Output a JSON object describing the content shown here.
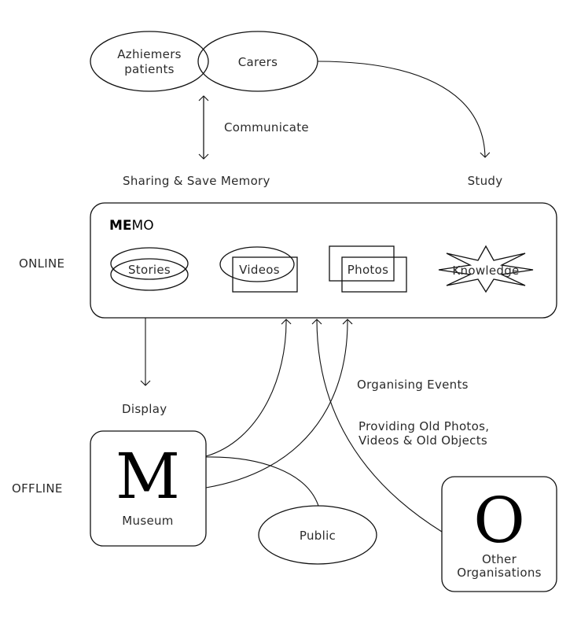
{
  "top_nodes": {
    "patients": {
      "line1": "Azhiemers",
      "line2": "patients"
    },
    "carers": {
      "label": "Carers"
    }
  },
  "edges": {
    "communicate": "Communicate",
    "sharing": "Sharing & Save Memory",
    "study": "Study",
    "display": "Display",
    "organising": "Organising Events",
    "providing_line1": "Providing Old Photos,",
    "providing_line2": "Videos & Old Objects"
  },
  "zones": {
    "online": "ONLINE",
    "offline": "OFFLINE"
  },
  "memo": {
    "logo_bold": "ME",
    "logo_light": "MO",
    "features": {
      "stories": "Stories",
      "videos": "Videos",
      "photos": "Photos",
      "knowledge": "Knowledge"
    }
  },
  "museum": {
    "glyph": "M",
    "label": "Museum"
  },
  "public": {
    "label": "Public"
  },
  "other_orgs": {
    "glyph": "O",
    "line1": "Other",
    "line2": "Organisations"
  }
}
